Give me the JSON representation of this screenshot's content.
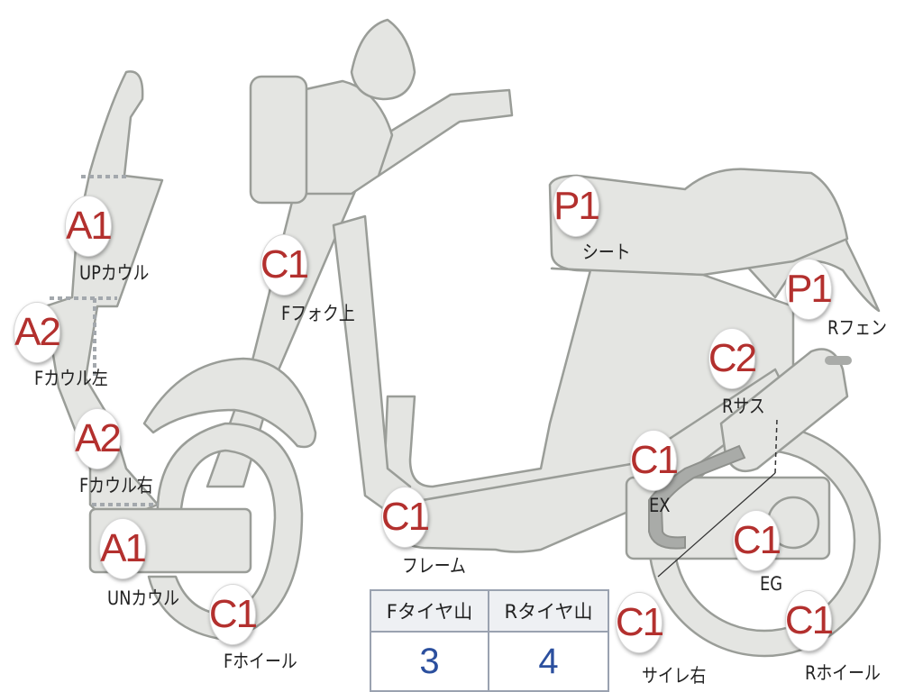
{
  "parts": [
    {
      "id": "up-cowl",
      "code": "A1",
      "label": "UPカウル"
    },
    {
      "id": "f-cowl-left",
      "code": "A2",
      "label": "Fカウル左"
    },
    {
      "id": "f-cowl-right",
      "code": "A2",
      "label": "Fカウル右"
    },
    {
      "id": "un-cowl",
      "code": "A1",
      "label": "UNカウル"
    },
    {
      "id": "f-fork-upper",
      "code": "C1",
      "label": "Fフォク上"
    },
    {
      "id": "f-wheel",
      "code": "C1",
      "label": "Fホイール"
    },
    {
      "id": "frame",
      "code": "C1",
      "label": "フレーム"
    },
    {
      "id": "seat",
      "code": "P1",
      "label": "シート"
    },
    {
      "id": "r-fender",
      "code": "P1",
      "label": "Rフェン"
    },
    {
      "id": "r-suspension",
      "code": "C2",
      "label": "Rサス"
    },
    {
      "id": "exhaust",
      "code": "C1",
      "label": "EX"
    },
    {
      "id": "engine",
      "code": "C1",
      "label": "EG"
    },
    {
      "id": "silencer-right",
      "code": "C1",
      "label": "サイレ右"
    },
    {
      "id": "r-wheel",
      "code": "C1",
      "label": "Rホイール"
    }
  ],
  "tire_table": {
    "front_header": "Fタイヤ山",
    "rear_header": "Rタイヤ山",
    "front_value": "3",
    "rear_value": "4"
  },
  "colors": {
    "body_fill": "#e4e5e2",
    "outline": "#9a9d98",
    "code_text": "#b3302e",
    "table_value": "#2b4f9e"
  }
}
